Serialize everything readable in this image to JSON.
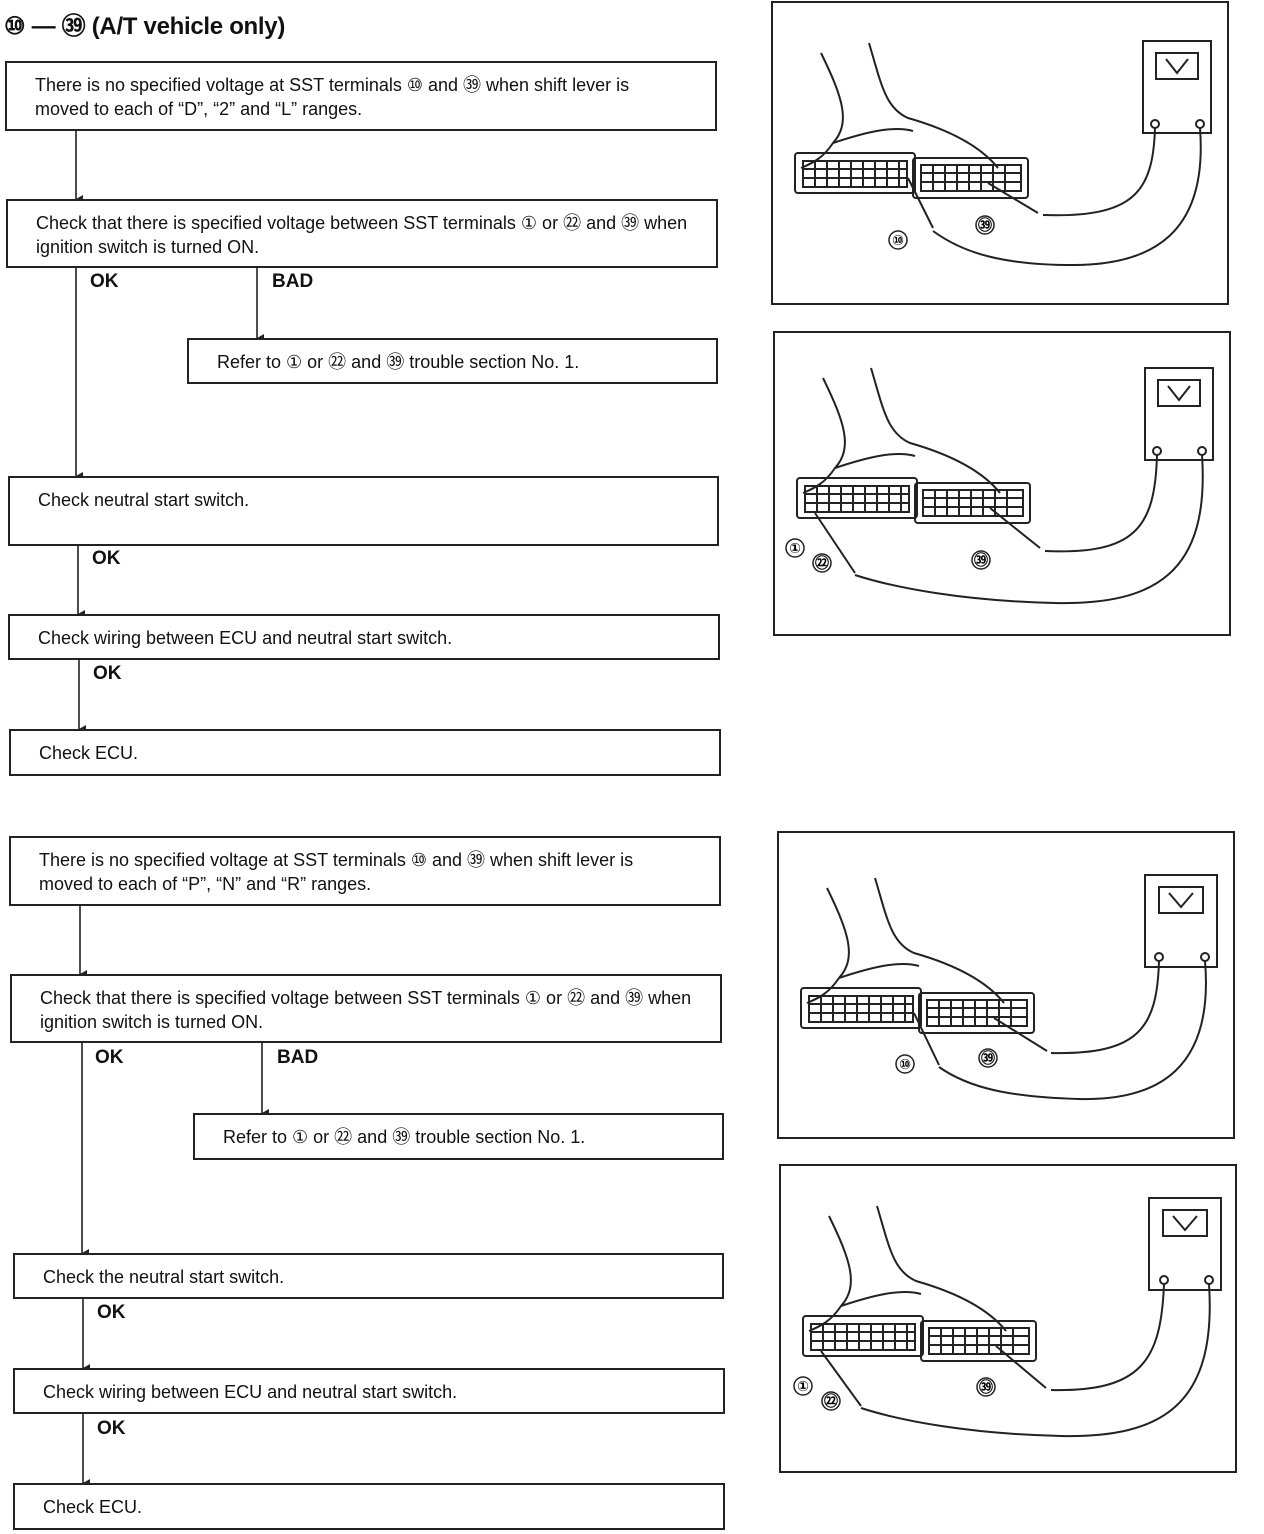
{
  "title": "⑩ — ㊴ (A/T vehicle only)",
  "labels": {
    "ok": "OK",
    "bad": "BAD"
  },
  "section1": {
    "step1": "There is no specified voltage at SST terminals ⑩ and ㊴ when shift lever is moved to each of “D”, “2” and “L” ranges.",
    "step2": "Check that there is specified voltage between SST terminals ① or ㉒ and ㊴ when ignition switch is turned ON.",
    "bad_ref": "Refer to ① or ㉒ and ㊴ trouble section No. 1.",
    "step3": "Check neutral start switch.",
    "step4": "Check wiring between ECU and neutral start switch.",
    "step5": "Check ECU."
  },
  "section2": {
    "step1": "There is no specified voltage at SST terminals ⑩ and ㊴ when shift lever is moved to each of “P”, “N” and “R” ranges.",
    "step2": "Check that there is specified voltage between SST terminals ① or ㉒ and ㊴ when ignition switch is turned ON.",
    "bad_ref": "Refer to ① or ㉒ and ㊴ trouble section No. 1.",
    "step3": "Check the neutral start switch.",
    "step4": "Check wiring between ECU and neutral start switch.",
    "step5": "Check ECU."
  },
  "figures": {
    "fig_a": {
      "callouts": [
        "⑩",
        "㊴"
      ]
    },
    "fig_b": {
      "callouts": [
        "①",
        "㉒",
        "㊴"
      ]
    }
  }
}
